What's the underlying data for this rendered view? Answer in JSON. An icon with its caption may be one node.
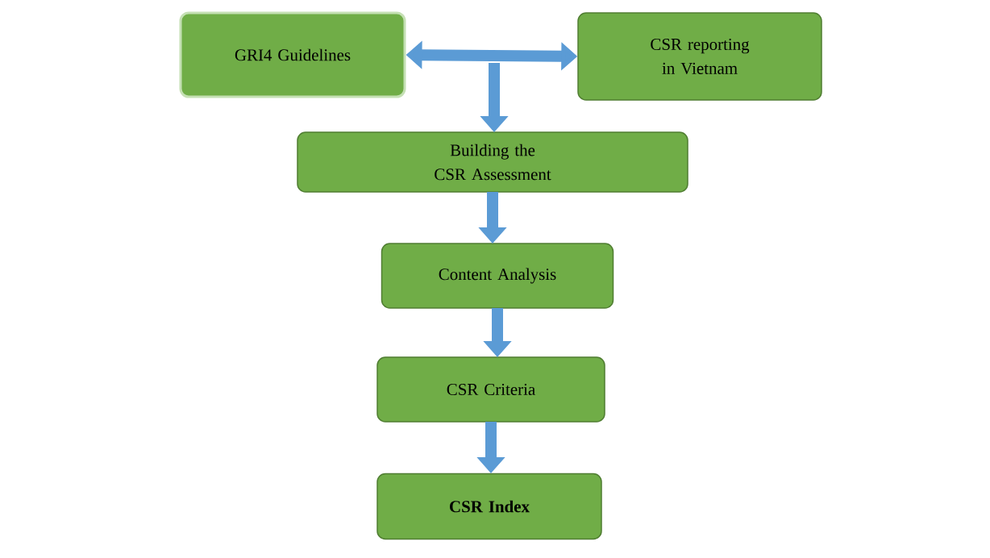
{
  "diagram": {
    "nodes": [
      {
        "text": [
          "GRI4 Guidelines"
        ]
      },
      {
        "text": [
          "CSR reporting in Vietnam"
        ]
      },
      {
        "text": [
          "Building the CSR Assessment"
        ]
      },
      {
        "text": [
          "Content Analysis"
        ]
      },
      {
        "text": [
          "CSR Criteria"
        ]
      },
      {
        "text": [
          "CSR Index"
        ]
      }
    ],
    "edges": [
      {
        "from": 0,
        "to": 1,
        "arrow": "both"
      },
      {
        "from": null,
        "to": 2,
        "arrow": "to"
      },
      {
        "from": 2,
        "to": 3,
        "arrow": "to"
      },
      {
        "from": 3,
        "to": 4,
        "arrow": "to"
      },
      {
        "from": 4,
        "to": 5,
        "arrow": "to"
      }
    ]
  }
}
